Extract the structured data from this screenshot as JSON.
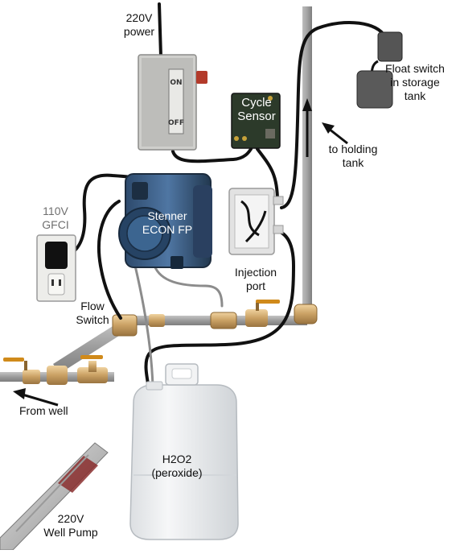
{
  "labels": {
    "power_220": "220V",
    "power_word": "power",
    "cycle": "Cycle",
    "sensor": "Sensor",
    "float_switch": "Float switch",
    "float_in_storage": "in storage",
    "float_tank": "tank",
    "to_holding": "to holding",
    "holding_tank": "tank",
    "gfci_volt": "110V",
    "gfci": "GFCI",
    "stenner": "Stenner",
    "econ": "ECON FP",
    "injection": "Injection",
    "port": "port",
    "flow": "Flow",
    "switch": "Switch",
    "from_well": "From well",
    "h2o2": "H2O2",
    "peroxide": "(peroxide)",
    "pump_volt": "220V",
    "well_pump": "Well Pump"
  },
  "colors": {
    "wire": "#111111",
    "pipe": "#9a9a9a",
    "brass": "#c9a063",
    "handle": "#d08a1a",
    "pump_body": "#3a5f86",
    "disconnect": "#c9c9c6",
    "sensor_board": "#2c3a2a",
    "jug": "#eef0f2"
  }
}
